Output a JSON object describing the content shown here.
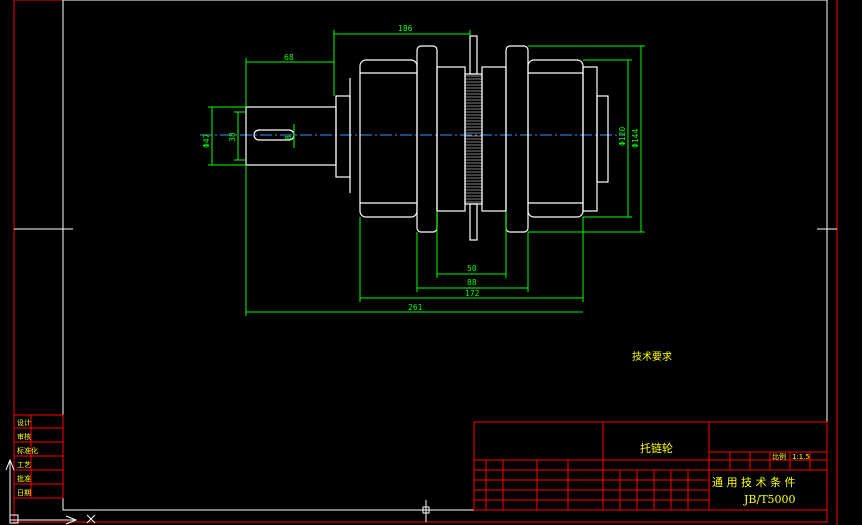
{
  "drawing": {
    "dimensions": {
      "d186": "186",
      "d68": "68",
      "dphi47": "Φ47",
      "d38": "38",
      "d8": "8",
      "dphi120": "Φ120",
      "dphi144": "Φ144",
      "d50": "50",
      "d88": "88",
      "d172": "172",
      "d261": "261"
    },
    "technical_requirements": "技术要求"
  },
  "title_block": {
    "part_name": "托链轮",
    "scale_label": "比例",
    "scale_value": "1:1.5",
    "company": "通 用 技 术 条 件",
    "drawing_number": "JB/T5000"
  },
  "side_table": {
    "rows": [
      "设计",
      "审核",
      "标准化",
      "工艺",
      "批准",
      "日期"
    ]
  },
  "colors": {
    "border": "#ff0000",
    "geometry": "#ffffff",
    "dimension": "#00ff00",
    "centerline": "#3399ff",
    "text": "#ffff00"
  }
}
